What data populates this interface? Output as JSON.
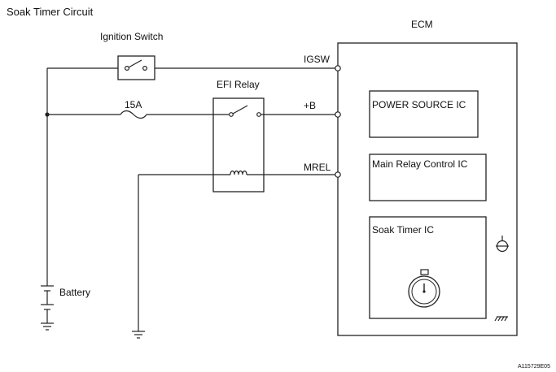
{
  "title": "Soak Timer Circuit",
  "components": {
    "ignition_switch": "Ignition Switch",
    "efi_relay": "EFI Relay",
    "fuse": "15A",
    "battery": "Battery",
    "ecm": "ECM"
  },
  "terminals": {
    "igsw": "IGSW",
    "plus_b": "+B",
    "mrel": "MREL"
  },
  "ics": {
    "power_source": "POWER SOURCE IC",
    "main_relay_control": "Main Relay Control IC",
    "soak_timer": "Soak Timer IC"
  },
  "figure_id": "A115729E05"
}
